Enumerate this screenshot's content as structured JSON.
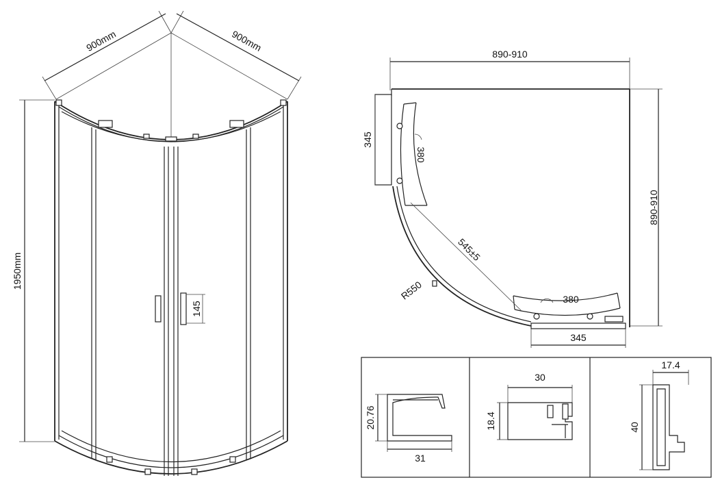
{
  "elevation": {
    "width_left": "900mm",
    "width_right": "900mm",
    "height": "1950mm",
    "handle_height": "145"
  },
  "plan": {
    "top_width": "890-910",
    "right_depth": "890-910",
    "left_panel": "345",
    "bottom_panel": "345",
    "door_radius_left": "380",
    "door_radius_bottom": "380",
    "diagonal": "545±5",
    "radius": "R550"
  },
  "profiles": {
    "p1_height": "20.76",
    "p1_width": "31",
    "p2_width": "30",
    "p2_height": "18.4",
    "p3_width": "17.4",
    "p3_height": "40"
  }
}
